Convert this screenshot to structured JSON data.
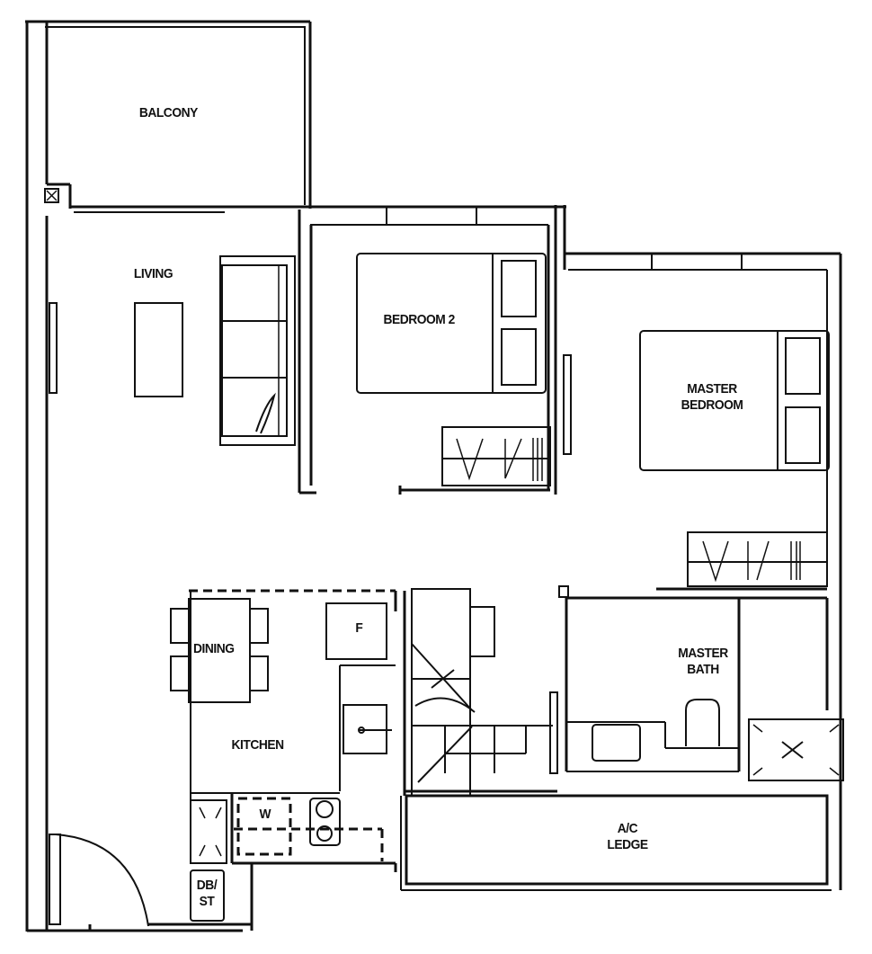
{
  "plan": {
    "type": "floor-plan",
    "unit_layout": "2 bedroom"
  },
  "rooms": {
    "balcony": "BALCONY",
    "living": "LIVING",
    "bedroom2": "BEDROOM 2",
    "master_bedroom_line1": "MASTER",
    "master_bedroom_line2": "BEDROOM",
    "dining": "DINING",
    "kitchen": "KITCHEN",
    "master_bath_line1": "MASTER",
    "master_bath_line2": "BATH",
    "ac_ledge_line1": "A/C",
    "ac_ledge_line2": "LEDGE",
    "db_st_line1": "DB/",
    "db_st_line2": "ST"
  },
  "fixtures": {
    "fridge": "F",
    "washer": "W"
  },
  "colors": {
    "line": "#111111",
    "background": "#ffffff"
  }
}
